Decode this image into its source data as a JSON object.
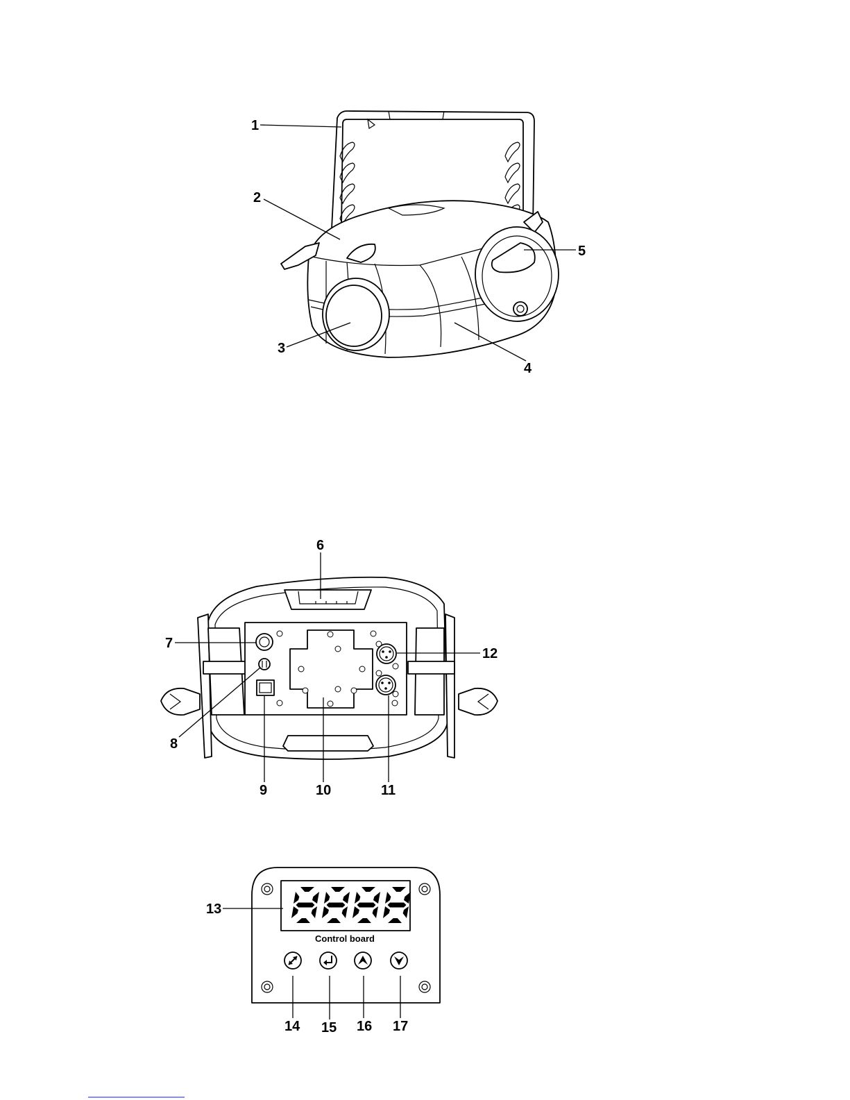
{
  "figure1": {
    "callouts": {
      "c1": "1",
      "c2": "2",
      "c3": "3",
      "c4": "4",
      "c5": "5"
    }
  },
  "figure2": {
    "callouts": {
      "c6": "6",
      "c7": "7",
      "c8": "8",
      "c9": "9",
      "c10": "10",
      "c11": "11",
      "c12": "12"
    }
  },
  "figure3": {
    "display_digits": "8888",
    "caption": "Control board",
    "callouts": {
      "c13": "13",
      "c14": "14",
      "c15": "15",
      "c16": "16",
      "c17": "17"
    },
    "buttons": [
      {
        "icon": "mode-arrows-icon"
      },
      {
        "icon": "enter-arrow-icon"
      },
      {
        "icon": "up-arrow-icon"
      },
      {
        "icon": "down-arrow-icon"
      }
    ]
  }
}
